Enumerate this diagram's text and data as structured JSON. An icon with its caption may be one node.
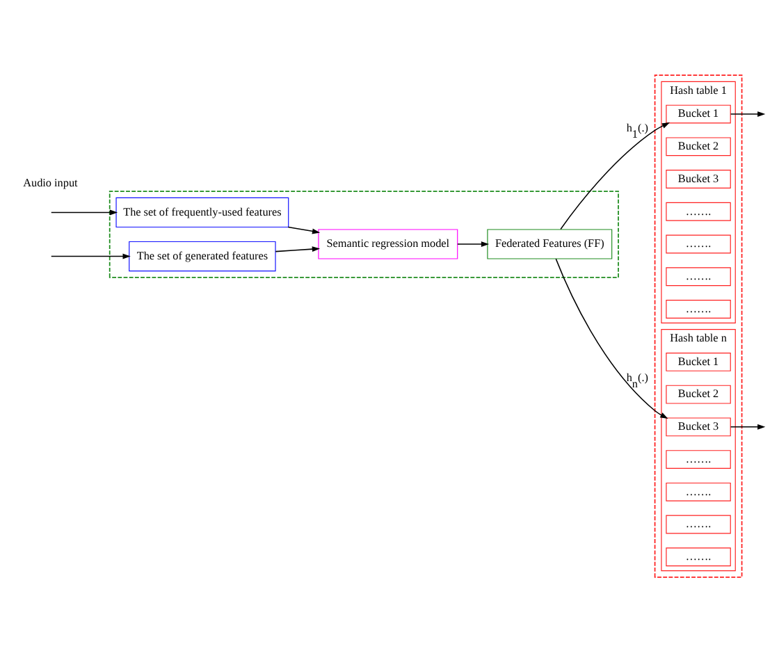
{
  "diagram": {
    "nodes": [
      {
        "text": [],
        "shape": "box"
      },
      {
        "text": [
          "The set of frequently-used features"
        ],
        "in": 0
      },
      {
        "text": [
          "The set of generated features"
        ],
        "in": 0
      },
      {
        "text": [
          "Semantic regression model"
        ],
        "in": 0
      },
      {
        "text": [
          "Federated Features (FF)"
        ],
        "in": 0
      },
      {
        "text": [],
        "shape": "box"
      },
      {
        "text": [
          "Hash table 1"
        ],
        "in": 5
      },
      {
        "text": [
          "Bucket 1"
        ],
        "in": 6
      },
      {
        "text": [
          "Bucket 2"
        ],
        "in": 6
      },
      {
        "text": [
          "Bucket 3"
        ],
        "in": 6
      },
      {
        "text": [
          "……."
        ],
        "in": 6
      },
      {
        "text": [
          "……."
        ],
        "in": 6
      },
      {
        "text": [
          "……."
        ],
        "in": 6
      },
      {
        "text": [
          "……."
        ],
        "in": 6
      },
      {
        "text": [
          "Hash table n"
        ],
        "in": 5
      },
      {
        "text": [
          "Bucket 1"
        ],
        "in": 14
      },
      {
        "text": [
          "Bucket 2"
        ],
        "in": 14
      },
      {
        "text": [
          "Bucket 3"
        ],
        "in": 14
      },
      {
        "text": [
          "……."
        ],
        "in": 14
      },
      {
        "text": [
          "……."
        ],
        "in": 14
      },
      {
        "text": [
          "……."
        ],
        "in": 14
      },
      {
        "text": [
          "……."
        ],
        "in": 14
      }
    ],
    "edges": [
      {
        "from": null,
        "to": 1,
        "arrow": "to"
      },
      {
        "from": null,
        "to": 2,
        "arrow": "to"
      },
      {
        "from": 1,
        "to": 3,
        "arrow": "to"
      },
      {
        "from": 2,
        "to": 3,
        "arrow": "to"
      },
      {
        "from": 3,
        "to": 4,
        "arrow": "to"
      },
      {
        "from": 4,
        "to": 7,
        "arrow": "to",
        "label": "h$_{1}$(.)"
      },
      {
        "from": 4,
        "to": 17,
        "arrow": "to",
        "label": "h$_{n}$(.)"
      },
      {
        "from": 7,
        "to": null,
        "arrow": "to"
      },
      {
        "from": 17,
        "to": null,
        "arrow": "to"
      }
    ],
    "labels": [
      "Audio input"
    ]
  }
}
